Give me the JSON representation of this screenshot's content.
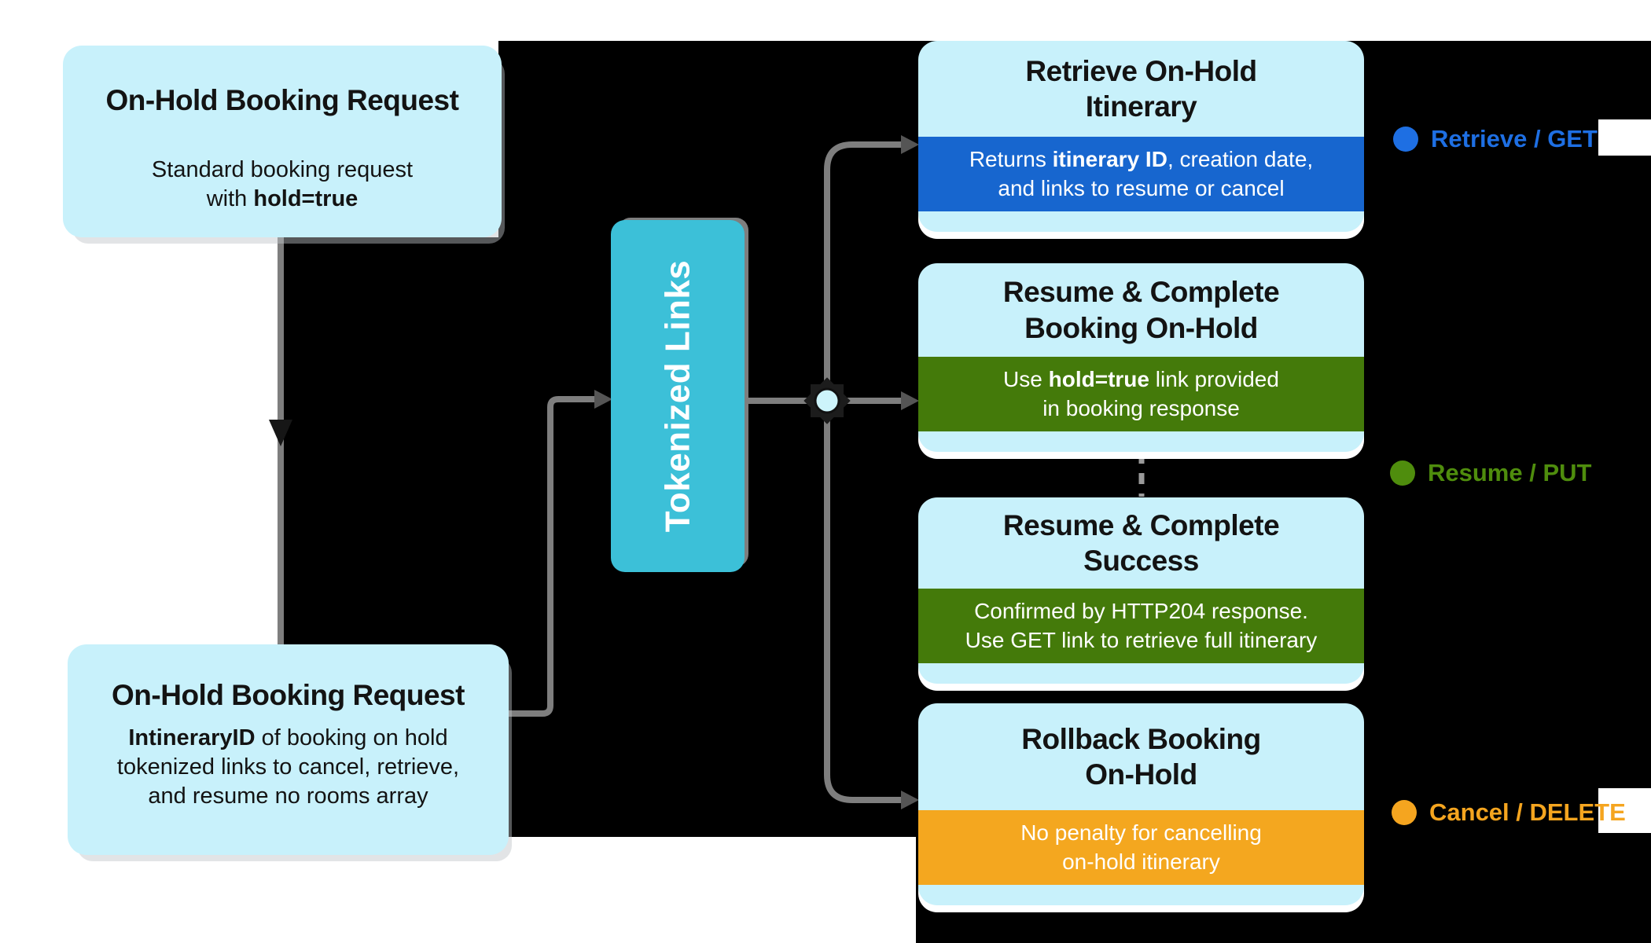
{
  "colors": {
    "page_background": "#ffffff",
    "backdrop_black": "#000000",
    "node_fill_light_blue": "#c8f1fb",
    "center_node_teal": "#3cc0d8",
    "band_blue": "#1766cf",
    "band_green": "#447a0a",
    "band_orange": "#f4a71f",
    "connector_gray": "#7e7e7e",
    "junction_fill": "#cdf4fb",
    "legend_blue": "#1e6fe3",
    "legend_green": "#4f8d0d",
    "legend_orange": "#f5a51f"
  },
  "nodes": {
    "left_top": {
      "title": "On-Hold Booking Request",
      "body": [
        {
          "t": "Standard booking request\nwith "
        },
        {
          "t": "hold=true",
          "b": true
        }
      ]
    },
    "left_bottom": {
      "title": "On-Hold Booking Request",
      "body": [
        {
          "t": "IntineraryID",
          "b": true
        },
        {
          "t": " of booking on hold\ntokenized links to cancel, retrieve,\nand resume no rooms array"
        }
      ]
    },
    "center": {
      "label": "Tokenized Links"
    },
    "right": [
      {
        "title": "Retrieve On-Hold\nItinerary",
        "band_color": "#1766cf",
        "band": [
          {
            "t": "Returns "
          },
          {
            "t": "itinerary ID",
            "b": true
          },
          {
            "t": ", creation date,\nand links to resume or cancel"
          }
        ]
      },
      {
        "title": "Resume & Complete\nBooking On-Hold",
        "band_color": "#447a0a",
        "band": [
          {
            "t": "Use "
          },
          {
            "t": "hold=true",
            "b": true
          },
          {
            "t": " link provided\nin booking response"
          }
        ]
      },
      {
        "title": "Resume & Complete\nSuccess",
        "band_color": "#447a0a",
        "band": [
          {
            "t": "Confirmed by HTTP204 response.\nUse GET link to retrieve full itinerary"
          }
        ]
      },
      {
        "title": "Rollback Booking\nOn-Hold",
        "band_color": "#f4a71f",
        "band": [
          {
            "t": "No penalty for cancelling\non-hold itinerary"
          }
        ]
      }
    ]
  },
  "legend": [
    {
      "label": "Retrieve / GET",
      "color": "#1e6fe3"
    },
    {
      "label": "Resume / PUT",
      "color": "#4f8d0d"
    },
    {
      "label": "Cancel / DELETE",
      "color": "#f5a51f"
    }
  ]
}
